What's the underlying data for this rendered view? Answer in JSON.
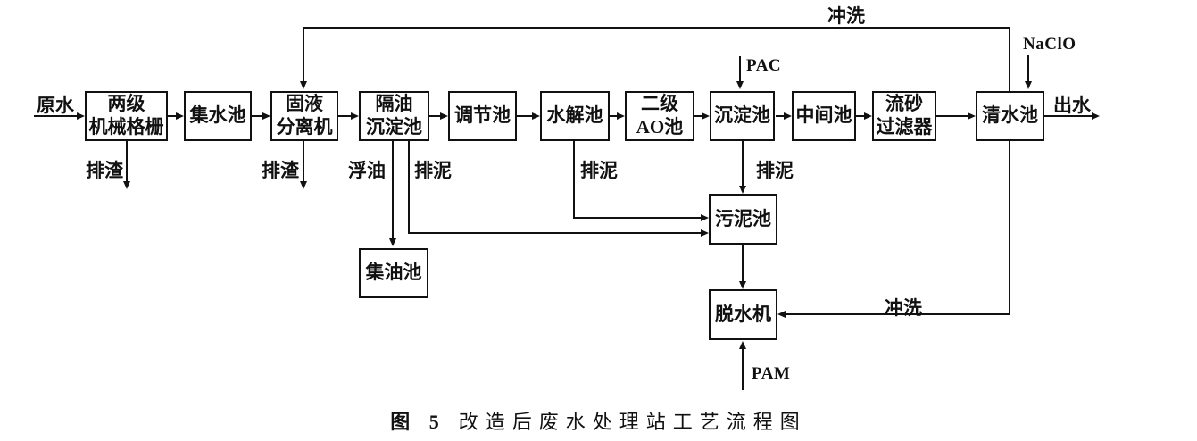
{
  "diagram": {
    "inlet_label": "原水",
    "outlet_label": "出水",
    "flush_top_label": "冲洗",
    "flush_bottom_label": "冲洗",
    "chemicals": {
      "pac": "PAC",
      "naclo": "NaClO",
      "pam": "PAM"
    },
    "boxes": {
      "grille": {
        "line1": "两级",
        "line2": "机械格栅"
      },
      "collection_tank": {
        "line1": "集水池"
      },
      "solid_liquid_separator": {
        "line1": "固液",
        "line2": "分离机"
      },
      "oil_separation_tank": {
        "line1": "隔油",
        "line2": "沉淀池"
      },
      "regulating_tank": {
        "line1": "调节池"
      },
      "hydrolysis_tank": {
        "line1": "水解池"
      },
      "ao_tank": {
        "line1": "二级",
        "line2": "AO池"
      },
      "sedimentation_tank": {
        "line1": "沉淀池"
      },
      "intermediate_tank": {
        "line1": "中间池"
      },
      "sand_filter": {
        "line1": "流砂",
        "line2": "过滤器"
      },
      "clean_water_tank": {
        "line1": "清水池"
      },
      "sludge_tank": {
        "line1": "污泥池"
      },
      "oil_collection_tank": {
        "line1": "集油池"
      },
      "dewatering_machine": {
        "line1": "脱水机"
      }
    },
    "branch_labels": {
      "slag_1": "排渣",
      "slag_2": "排渣",
      "floating_oil": "浮油",
      "sludge_from_oil_tank": "排泥",
      "sludge_from_hydrolysis": "排泥",
      "sludge_from_sedimentation": "排泥"
    }
  },
  "caption": {
    "prefix": "图 5",
    "title": "改造后废水处理站工艺流程图"
  }
}
